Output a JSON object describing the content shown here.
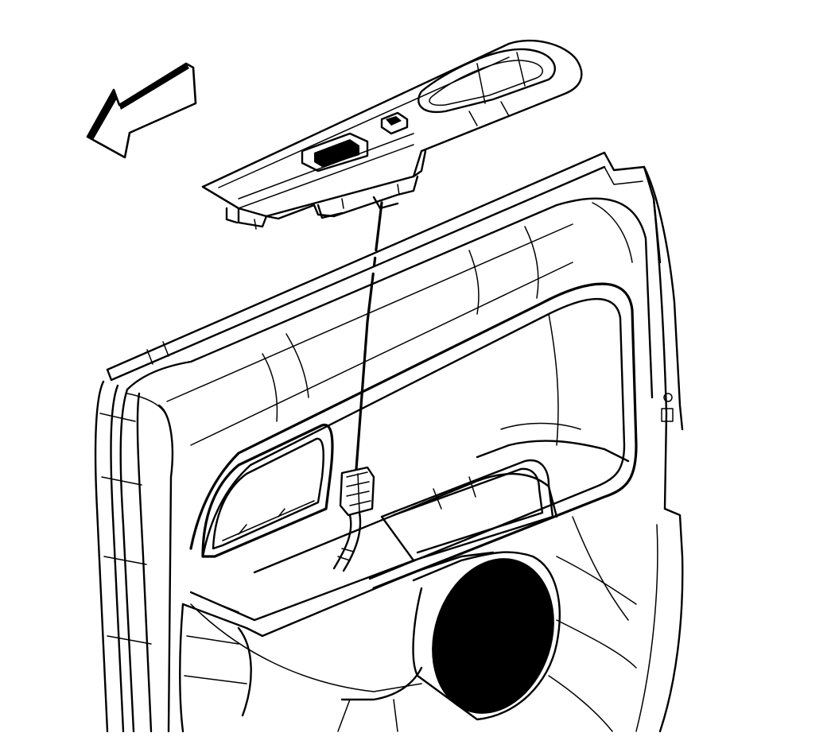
{
  "diagram": {
    "parts": [
      {
        "id": "window-switch-bezel",
        "label": ""
      },
      {
        "id": "wiring-harness-connector",
        "label": ""
      },
      {
        "id": "rear-door-trim-panel",
        "label": ""
      },
      {
        "id": "speaker-grille",
        "label": ""
      }
    ],
    "icons": {
      "direction": "forward-arrow-icon",
      "callout": "dashed-leader-line"
    },
    "colors": {
      "line": "#000000",
      "background": "#ffffff",
      "solid_fill": "#000000"
    }
  }
}
